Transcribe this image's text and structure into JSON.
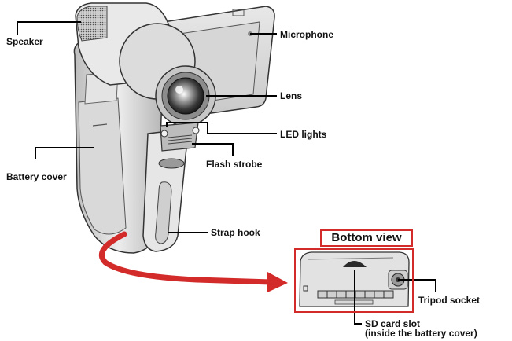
{
  "labels": {
    "speaker": "Speaker",
    "microphone": "Microphone",
    "lens": "Lens",
    "led_lights": "LED lights",
    "flash_strobe": "Flash strobe",
    "battery_cover": "Battery cover",
    "strap_hook": "Strap hook",
    "bottom_view": "Bottom view",
    "tripod_socket": "Tripod socket",
    "sd_card_slot": "SD card slot",
    "sd_card_note": "(inside the battery cover)"
  },
  "colors": {
    "accent_red": "#d32a2a",
    "body_gray": "#d9d9d9",
    "outline": "#333333",
    "leader_line": "#000000"
  }
}
